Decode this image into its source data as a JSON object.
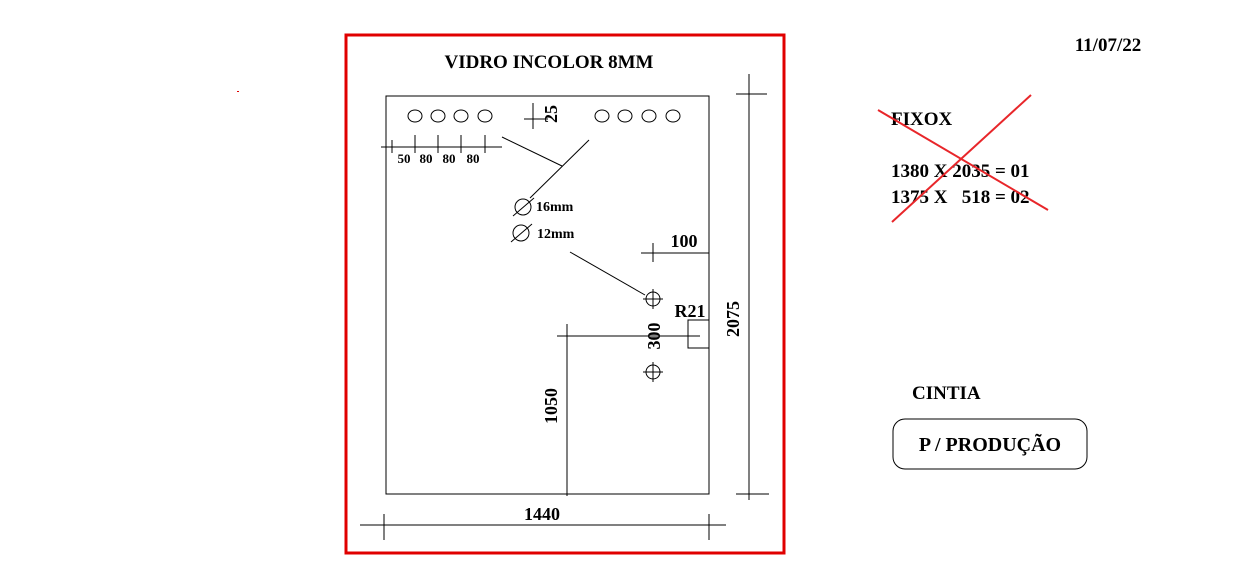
{
  "title": "VIDRO INCOLOR 8MM",
  "date": "11/07/22",
  "dimensions": {
    "width": "1440",
    "height": "2075",
    "bottom_offset": "1050",
    "hinge_spacing": "300",
    "right_offset": "100",
    "top_offset": "25",
    "radius": "R21",
    "hole_spacing": [
      "50",
      "80",
      "80",
      "80"
    ]
  },
  "holes": {
    "large": "16mm",
    "small": "12mm"
  },
  "notes": {
    "heading": "FIXOX",
    "line1": "1380 X 2035 = 01",
    "line2": "1375 X   518 = 02"
  },
  "client": "CINTIA",
  "status": "P / PRODUÇÃO",
  "colors": {
    "frame": "#e00000",
    "cross": "#e8262a",
    "ink": "#000000"
  }
}
